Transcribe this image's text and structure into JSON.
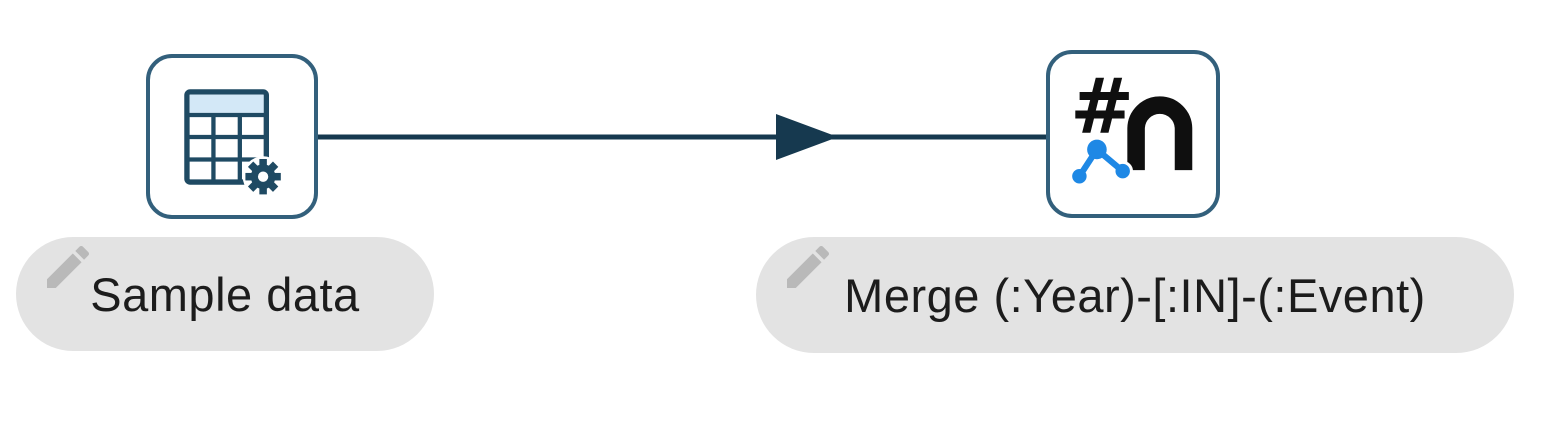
{
  "canvas": {
    "background": "#ffffff"
  },
  "nodes": [
    {
      "id": "node-1",
      "label": "Sample data",
      "icon": "table-with-gear-icon"
    },
    {
      "id": "node-2",
      "label": "Merge (:Year)-[:IN]-(:Event)",
      "icon": "hash-merge-graph-icon"
    }
  ],
  "edges": [
    {
      "from": "node-1",
      "to": "node-2"
    }
  ],
  "colors": {
    "node_border": "#33607c",
    "edge": "#16394f",
    "icon_navy": "#1f4a63",
    "icon_black": "#0f0f0f",
    "accent_blue": "#1e88e5",
    "pill_background": "#e3e3e3",
    "table_header_fill": "#d3e8f7",
    "label_text": "#1c1c1c",
    "pencil_gray": "#b9b9b9"
  }
}
